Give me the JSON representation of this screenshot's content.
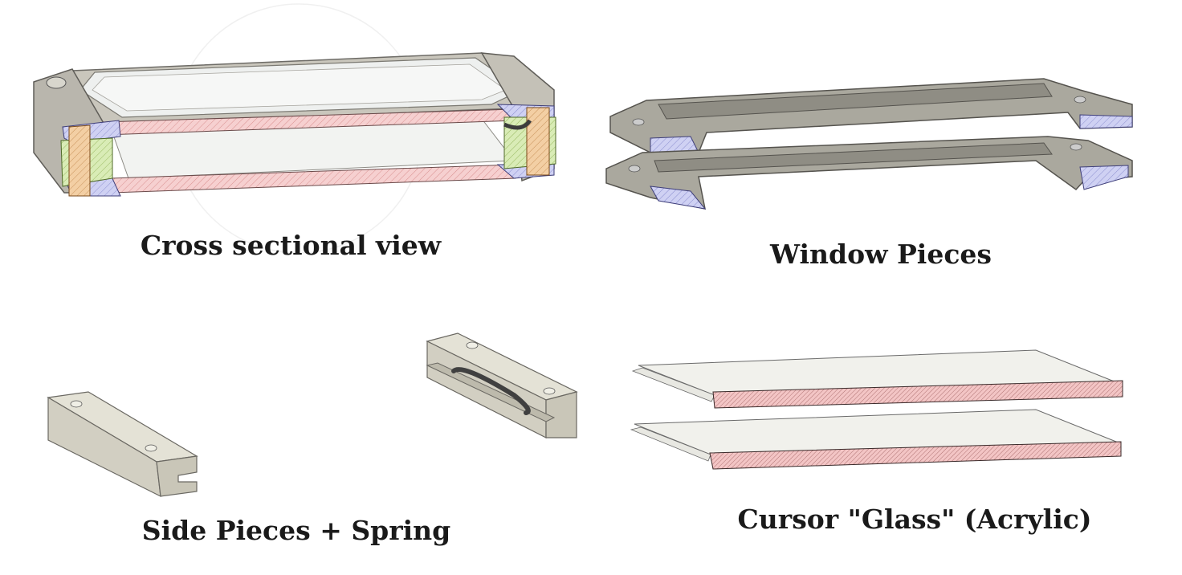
{
  "captions": {
    "cross_section": "Cross sectional view",
    "window_pieces": "Window Pieces",
    "side_pieces": "Side Pieces + Spring",
    "cursor_glass": "Cursor \"Glass\" (Acrylic)"
  },
  "colors": {
    "background": "#ffffff",
    "metal": "#bdbab0",
    "metal_dark": "#8f8c84",
    "window_piece": "#a3a197",
    "side_piece": "#dddbcd",
    "hatch_blue": "#c7c9ee",
    "hatch_pink": "#f4c8c8",
    "hatch_green": "#d5e9b2",
    "hatch_orange": "#f1c89b",
    "spring": "#4a4a4a"
  },
  "icons": [
    "cross-section-render",
    "window-pieces-render",
    "side-pieces-render",
    "acrylic-sheets-render"
  ]
}
